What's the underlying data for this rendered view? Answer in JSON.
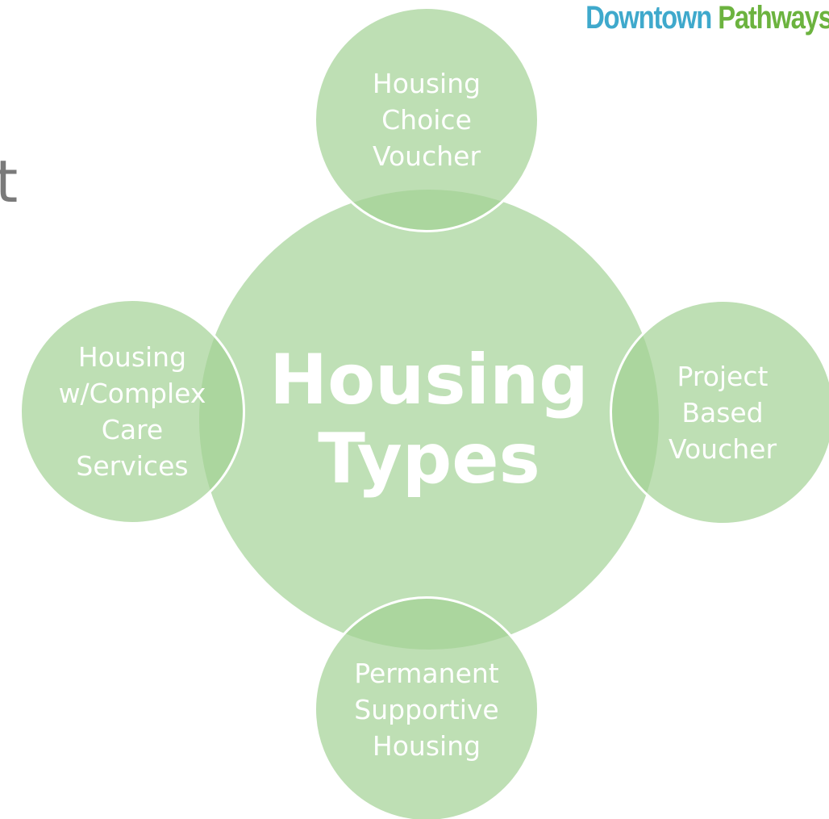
{
  "brand": {
    "word1": "Downtown",
    "word2": "Pathways"
  },
  "edge_glyph": "t",
  "diagram": {
    "center": "Housing\nTypes",
    "satellites": {
      "top": "Housing\nChoice\nVoucher",
      "right": "Project\nBased\nVoucher",
      "bottom": "Permanent\nSupportive\nHousing",
      "left": "Housing\nw/Complex\nCare\nServices"
    }
  },
  "colors": {
    "circle_fill": "#a3d294",
    "center_fill": "#bfe0b6",
    "label_text": "#ffffff",
    "brand_blue": "#3fa9cc",
    "brand_green": "#6cb33f"
  }
}
